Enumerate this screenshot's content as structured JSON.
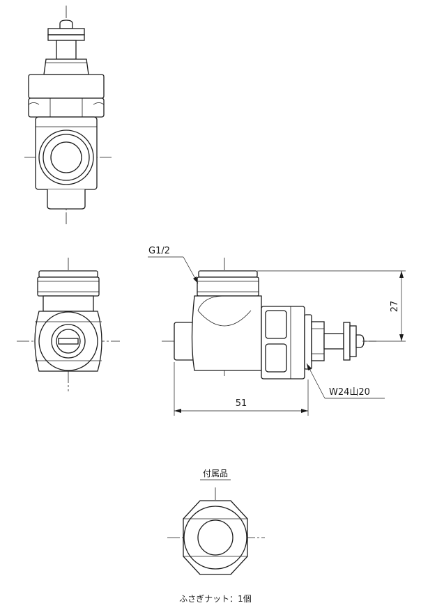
{
  "labels": {
    "thread_g": "G1/2",
    "dim_height": "27",
    "dim_length": "51",
    "thread_w": "W24山20",
    "accessory_title": "付属品",
    "accessory_item": "ふさぎナット：1個"
  }
}
